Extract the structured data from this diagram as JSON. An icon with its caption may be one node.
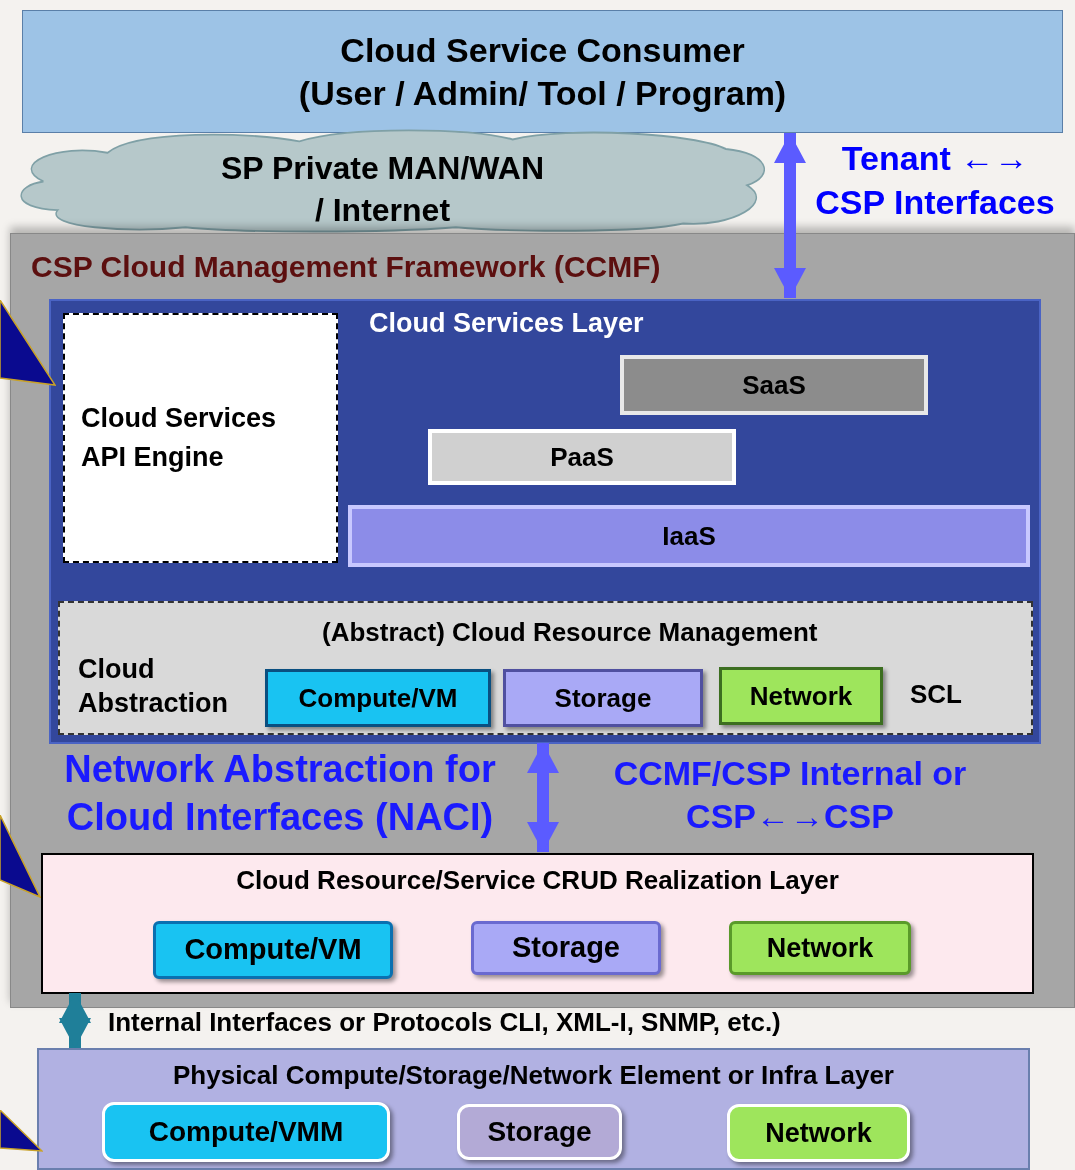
{
  "diagram": {
    "nodes": [
      {
        "text": [
          "Cloud Service Consumer",
          "(User / Admin/ Tool / Program)"
        ]
      },
      {
        "text": [
          "SP Private MAN/WAN / Internet"
        ]
      },
      {
        "text": [
          "CSP Cloud Management Framework (CCMF)"
        ]
      },
      {
        "text": [
          "Cloud Services Layer"
        ],
        "in": 2
      },
      {
        "text": [
          "Cloud Services API Engine"
        ],
        "in": 3
      },
      {
        "text": [
          "SaaS"
        ],
        "in": 3
      },
      {
        "text": [
          "PaaS"
        ],
        "in": 3
      },
      {
        "text": [
          "IaaS"
        ],
        "in": 3
      },
      {
        "text": [
          "(Abstract) Cloud Resource Management",
          "Cloud Abstraction",
          "SCL"
        ],
        "in": 3
      },
      {
        "text": [
          "Compute/VM"
        ],
        "in": 8
      },
      {
        "text": [
          "Storage"
        ],
        "in": 8
      },
      {
        "text": [
          "Network"
        ],
        "in": 8
      },
      {
        "text": [
          "Cloud Resource/Service CRUD Realization Layer"
        ],
        "in": 2
      },
      {
        "text": [
          "Compute/VM"
        ],
        "in": 12
      },
      {
        "text": [
          "Storage"
        ],
        "in": 12
      },
      {
        "text": [
          "Network"
        ],
        "in": 12
      },
      {
        "text": [
          "Physical Compute/Storage/Network Element or Infra Layer"
        ]
      },
      {
        "text": [
          "Compute/VMM"
        ],
        "in": 16
      },
      {
        "text": [
          "Storage"
        ],
        "in": 16
      },
      {
        "text": [
          "Network"
        ],
        "in": 16
      },
      {
        "text": [],
        "shape": "triangle"
      },
      {
        "text": [],
        "shape": "triangle"
      },
      {
        "text": [],
        "shape": "triangle"
      }
    ],
    "edges": [
      {
        "from": 0,
        "to": 3,
        "arrow": "both"
      },
      {
        "from": 3,
        "to": 12,
        "arrow": "both"
      },
      {
        "from": 12,
        "to": 16,
        "arrow": "both",
        "color": "#1f7f99"
      }
    ],
    "labels": [
      "Tenant ←→ CSP Interfaces",
      "Network Abstraction for Cloud Interfaces (NACI)",
      "CCMF/CSP Internal or CSP←→CSP",
      "Internal Interfaces or Protocols CLI, XML-I, SNMP, etc.)"
    ]
  }
}
